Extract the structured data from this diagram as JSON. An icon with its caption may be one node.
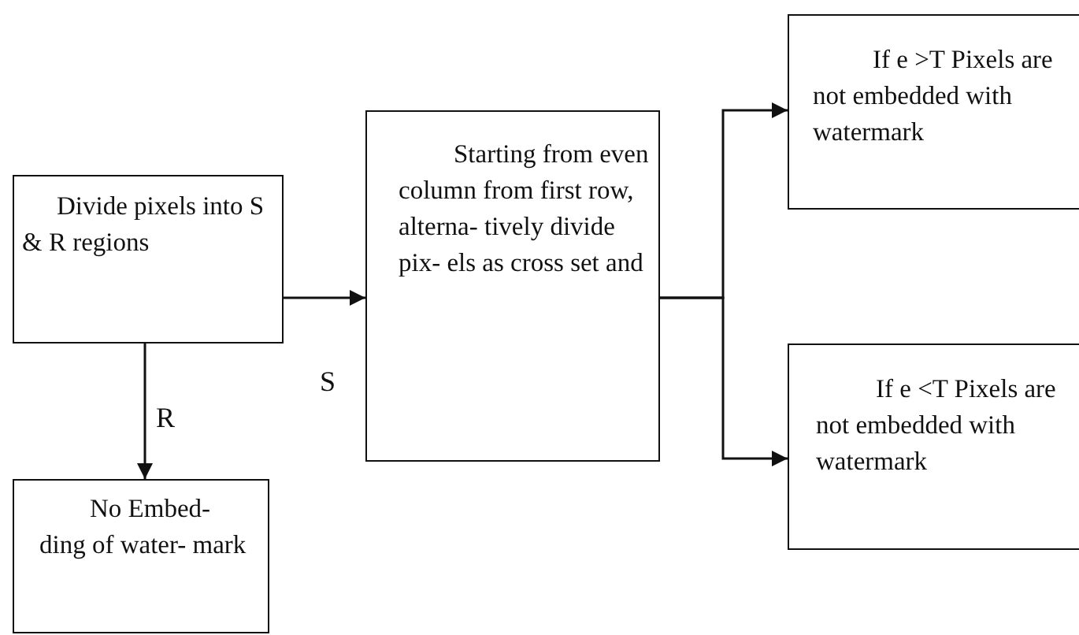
{
  "diagram": {
    "nodes": [
      {
        "text": [
          "Divide pixels into S & R regions"
        ]
      },
      {
        "text": [
          "No Embed- ding of water- mark"
        ]
      },
      {
        "text": [
          "Starting from even column from first row, alterna- tively divide pix- els as cross set and"
        ]
      },
      {
        "text": [
          "If e >T Pixels are not embedded with watermark"
        ]
      },
      {
        "text": [
          "If e <T Pixels are not embedded with watermark"
        ]
      }
    ],
    "edges": [
      {
        "from": 0,
        "to": 2,
        "arrow": "to",
        "label": "S"
      },
      {
        "from": 0,
        "to": 1,
        "arrow": "to",
        "label": "R"
      },
      {
        "from": 2,
        "to": 3,
        "arrow": "to"
      },
      {
        "from": 2,
        "to": 4,
        "arrow": "to"
      }
    ]
  }
}
